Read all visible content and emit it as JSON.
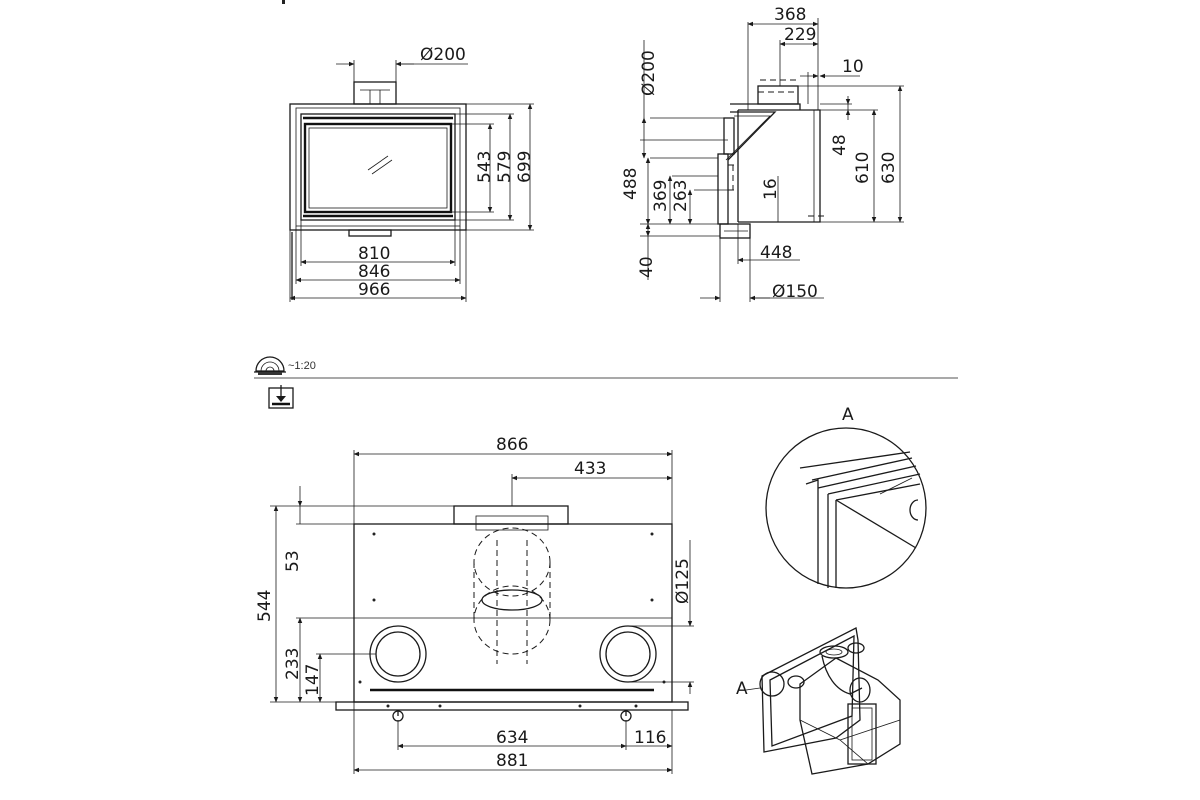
{
  "front_view": {
    "flue_diameter": "Ø200",
    "height_glass": "543",
    "height_frame": "579",
    "height_total": "699",
    "width_glass": "810",
    "width_frame": "846",
    "width_total": "966"
  },
  "side_view": {
    "flue_diameter": "Ø200",
    "depth_total": "368",
    "depth_flue": "229",
    "offset_top": "10",
    "height_48": "48",
    "height_610": "610",
    "height_630": "630",
    "height_488": "488",
    "height_369": "369",
    "height_263": "263",
    "height_16": "16",
    "height_40": "40",
    "depth_bottom": "448",
    "inlet_diameter": "Ø150"
  },
  "scale": {
    "label": "~1:20"
  },
  "plan_view": {
    "width_866": "866",
    "half_433": "433",
    "depth_544": "544",
    "depth_53": "53",
    "depth_233": "233",
    "depth_147": "147",
    "port_diameter": "Ø125",
    "spacing_634": "634",
    "offset_116": "116",
    "width_881": "881"
  },
  "detail": {
    "label_top": "A",
    "label_iso": "A"
  }
}
